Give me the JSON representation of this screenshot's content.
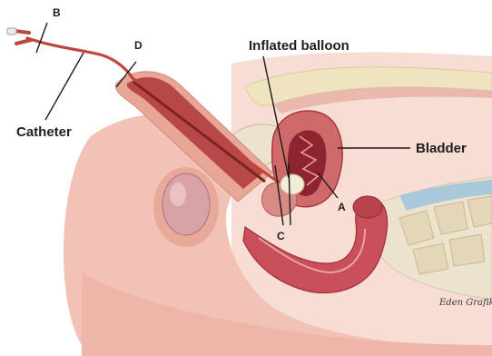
{
  "labels": {
    "b": "B",
    "d": "D",
    "catheter": "Catheter",
    "inflated_balloon": "Inflated balloon",
    "bladder": "Bladder",
    "a": "A",
    "c": "C"
  },
  "signature": "Eden Grafiks",
  "colors": {
    "skin": "#f2c2b6",
    "skin_shadow": "#e7a99a",
    "tissue_pink": "#f4d0c4",
    "catheter_red": "#c0453e",
    "organ_dark": "#a8323a",
    "organ_mid": "#cf6a6a",
    "bone": "#ece3cf",
    "fat_yellow": "#efe4bf",
    "spine_blue": "#a9c9db",
    "balloon": "#f3ecd9",
    "ink": "#1f1f1f"
  }
}
